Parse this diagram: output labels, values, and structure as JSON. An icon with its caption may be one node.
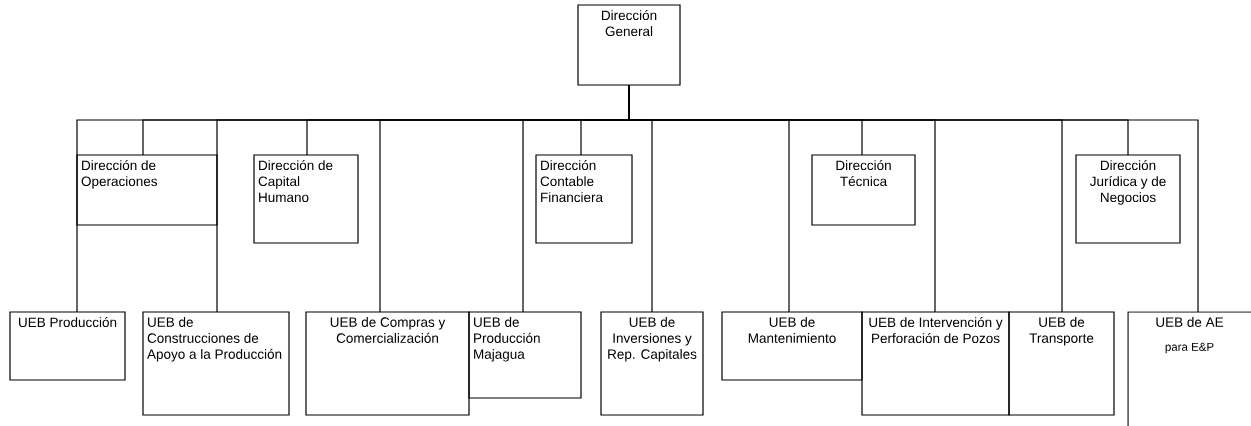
{
  "diagram": {
    "nodes": [
      {
        "text": [
          "Dirección General"
        ]
      },
      {
        "text": [
          "Dirección de Operaciones"
        ]
      },
      {
        "text": [
          "Dirección de Capital Humano"
        ]
      },
      {
        "text": [
          "Dirección Contable Financiera"
        ]
      },
      {
        "text": [
          "Dirección Técnica"
        ]
      },
      {
        "text": [
          "Dirección Jurídica y de Negocios"
        ]
      },
      {
        "text": [
          "UEB Producción"
        ]
      },
      {
        "text": [
          "UEB de Construcciones de Apoyo a la Producción"
        ]
      },
      {
        "text": [
          "UEB de Compras y Comercialización"
        ]
      },
      {
        "text": [
          "UEB de Producción Majagua"
        ]
      },
      {
        "text": [
          "UEB de Inversiones y Rep. Capitales"
        ]
      },
      {
        "text": [
          "UEB de Mantenimiento"
        ]
      },
      {
        "text": [
          "UEB de Intervención y Perforación de Pozos"
        ]
      },
      {
        "text": [
          "UEB de Transporte"
        ]
      },
      {
        "text": [
          "UEB de AE",
          "para E&P"
        ]
      }
    ],
    "edges": [
      {
        "from": 0,
        "to": 1,
        "arrow": "none"
      },
      {
        "from": 0,
        "to": 2,
        "arrow": "none"
      },
      {
        "from": 0,
        "to": 3,
        "arrow": "none"
      },
      {
        "from": 0,
        "to": 4,
        "arrow": "none"
      },
      {
        "from": 0,
        "to": 5,
        "arrow": "none"
      },
      {
        "from": 0,
        "to": 6,
        "arrow": "none"
      },
      {
        "from": 0,
        "to": 7,
        "arrow": "none"
      },
      {
        "from": 0,
        "to": 8,
        "arrow": "none"
      },
      {
        "from": 0,
        "to": 9,
        "arrow": "none"
      },
      {
        "from": 0,
        "to": 10,
        "arrow": "none"
      },
      {
        "from": 0,
        "to": 11,
        "arrow": "none"
      },
      {
        "from": 0,
        "to": 12,
        "arrow": "none"
      },
      {
        "from": 0,
        "to": 13,
        "arrow": "none"
      },
      {
        "from": 0,
        "to": 14,
        "arrow": "none"
      }
    ]
  }
}
